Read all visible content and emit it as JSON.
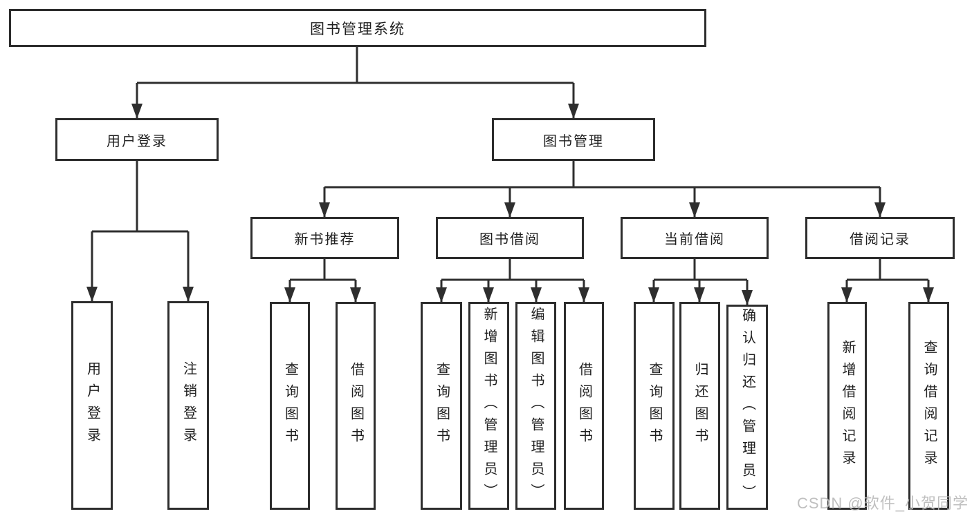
{
  "colors": {
    "line": "#2e2e2e",
    "box_border": "#2d2d2d",
    "text": "#1f1f1f",
    "background": "#ffffff",
    "watermark": "#b9b9b9"
  },
  "tree": {
    "root": {
      "label": "图书管理系统"
    },
    "user_login": {
      "label": "用户登录",
      "children": [
        {
          "label": "用户登录"
        },
        {
          "label": "注销登录"
        }
      ]
    },
    "book_management": {
      "label": "图书管理",
      "modules": [
        {
          "label": "新书推荐",
          "children": [
            {
              "label": "查询图书"
            },
            {
              "label": "借阅图书"
            }
          ]
        },
        {
          "label": "图书借阅",
          "children": [
            {
              "label": "查询图书"
            },
            {
              "label": "新增图书（管理员）"
            },
            {
              "label": "编辑图书（管理员）"
            },
            {
              "label": "借阅图书"
            }
          ]
        },
        {
          "label": "当前借阅",
          "children": [
            {
              "label": "查询图书"
            },
            {
              "label": "归还图书"
            },
            {
              "label": "确认归还（管理员）"
            }
          ]
        },
        {
          "label": "借阅记录",
          "children": [
            {
              "label": "新增借阅记录"
            },
            {
              "label": "查询借阅记录"
            }
          ]
        }
      ]
    }
  },
  "watermark": {
    "text": "CSDN @软件_小贺同学"
  }
}
